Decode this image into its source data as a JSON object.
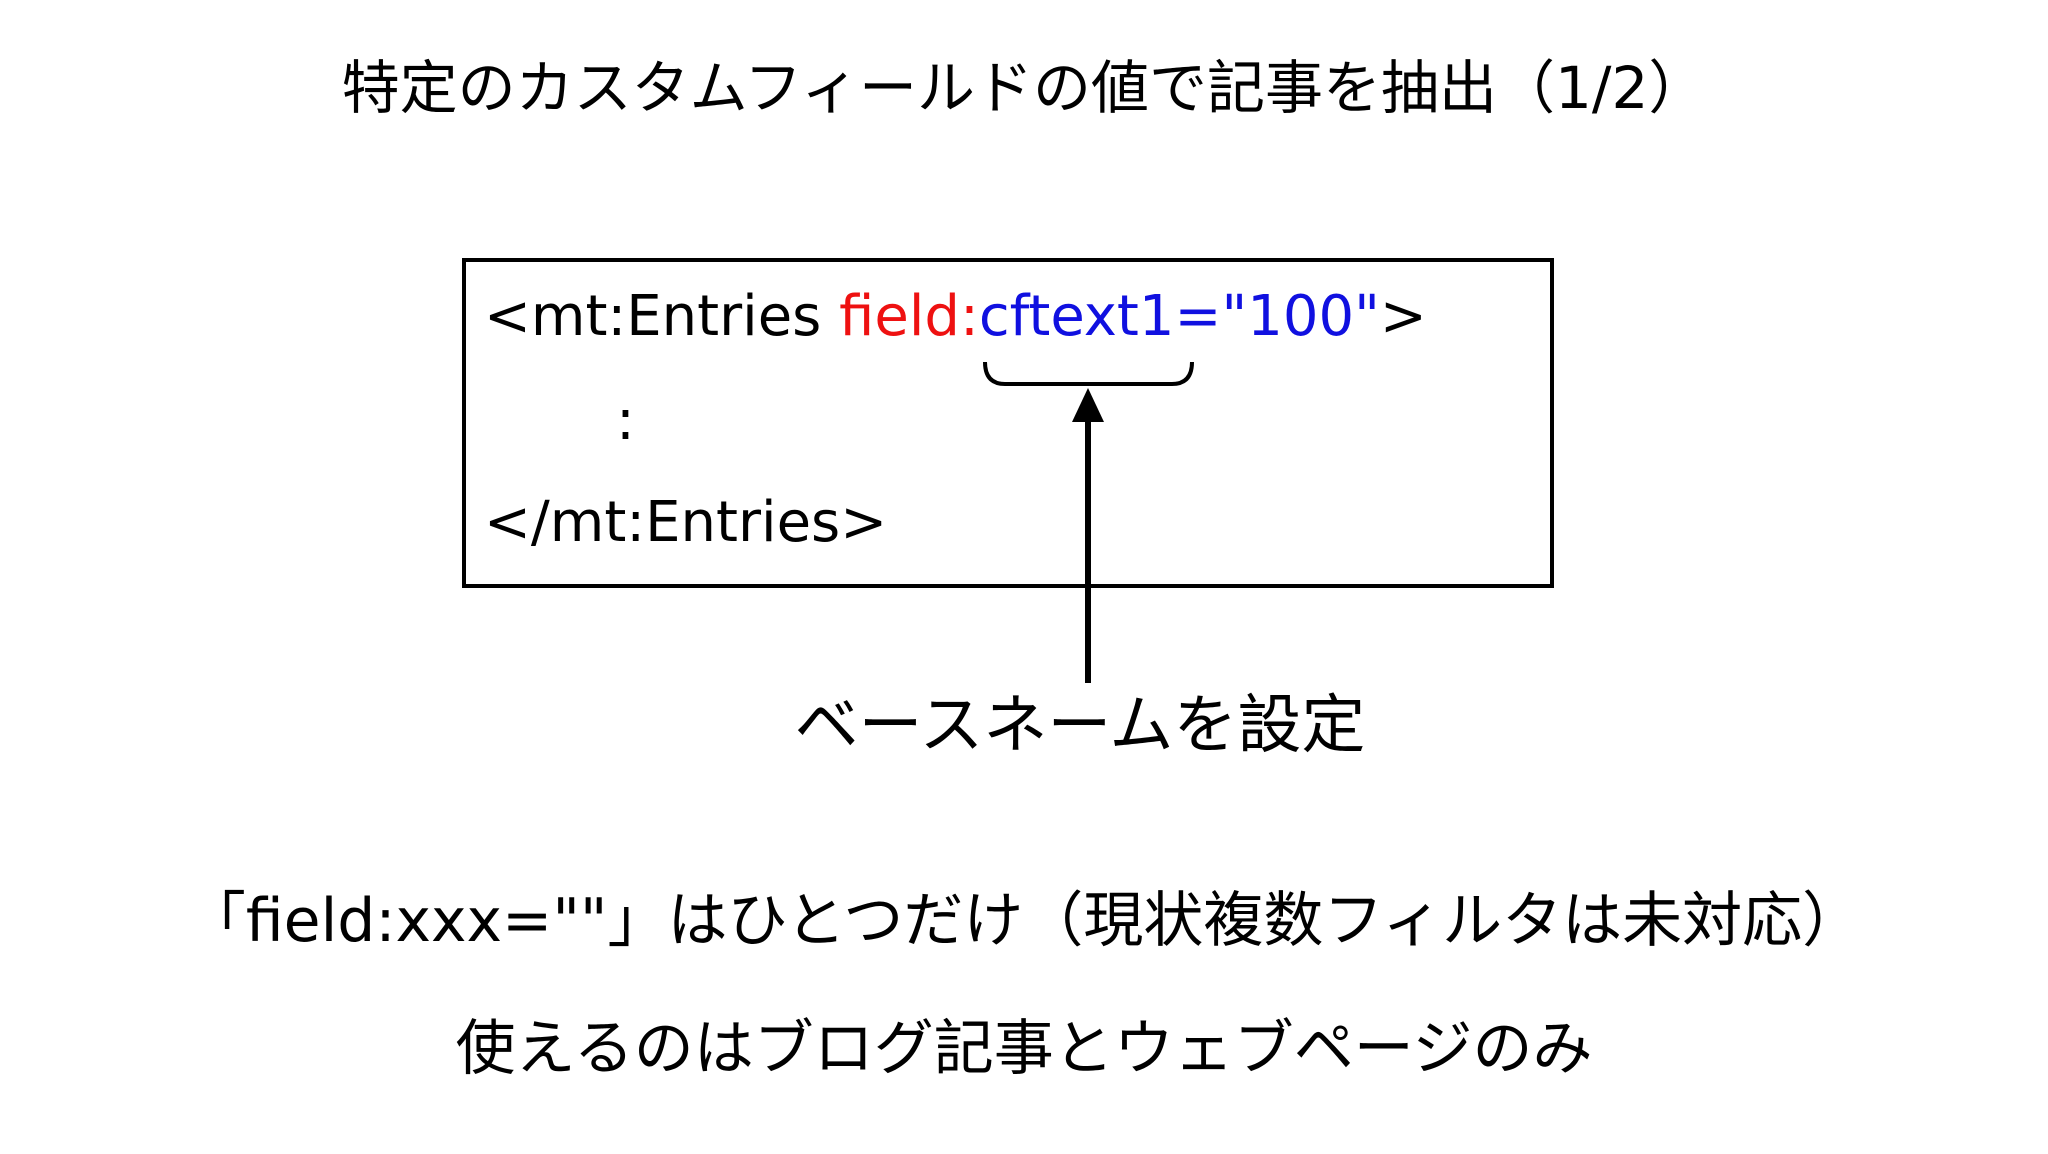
{
  "slide": {
    "title": "特定のカスタムフィールドの値で記事を抽出（1/2）"
  },
  "code": {
    "line1": {
      "open": "<mt:Entries ",
      "attr": "field:",
      "basename": "cftext1=\"100\"",
      "close": ">"
    },
    "line2": ":",
    "line3": "</mt:Entries>"
  },
  "annotation": {
    "label": "ベースネームを設定"
  },
  "notes": [
    "「field:xxx=\"\"」はひとつだけ（現状複数フィルタは未対応）",
    "使えるのはブログ記事とウェブページのみ"
  ],
  "colors": {
    "attr": "#ee1111",
    "basename": "#1010e0",
    "text": "#000000"
  }
}
